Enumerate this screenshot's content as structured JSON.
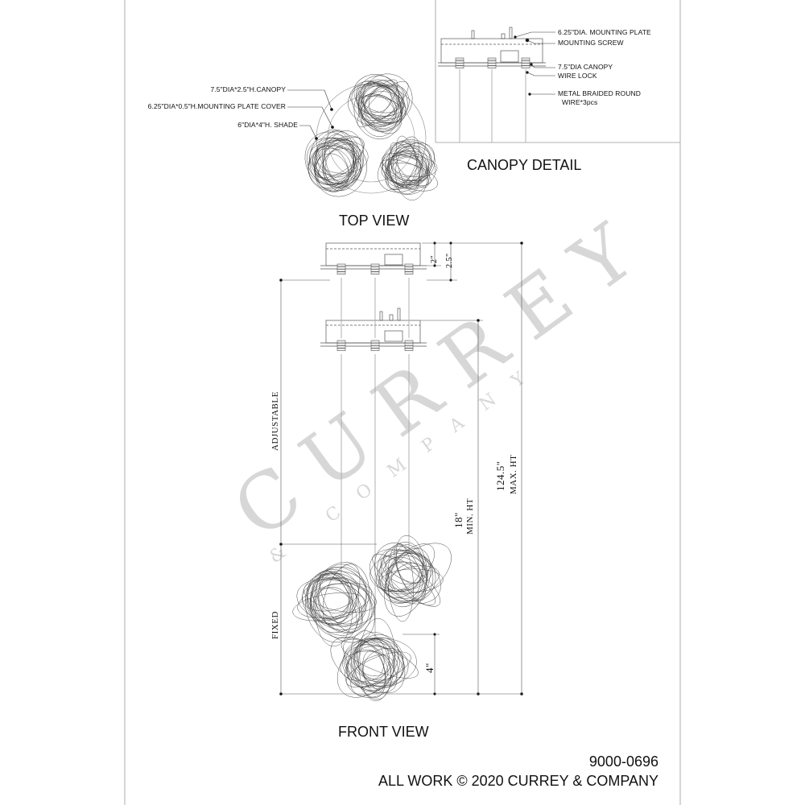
{
  "top_view": {
    "title": "TOP VIEW",
    "callouts": [
      "7.5\"DIA*2.5\"H.CANOPY",
      "6.25\"DIA*0.5\"H.MOUNTING PLATE COVER",
      "6\"DIA*4\"H. SHADE"
    ]
  },
  "canopy_detail": {
    "title": "CANOPY DETAIL",
    "callouts": [
      "6.25\"DIA. MOUNTING PLATE",
      "MOUNTING SCREW",
      "7.5\"DIA CANOPY",
      "WIRE LOCK",
      "METAL BRAIDED ROUND",
      "WIRE*3pcs"
    ]
  },
  "front_view": {
    "title": "FRONT VIEW",
    "dim_canopy_2": "2\"",
    "dim_canopy_25": "2.5\"",
    "adjustable": "ADJUSTABLE",
    "fixed": "FIXED",
    "min_ht_value": "18\"",
    "min_ht_label": "MIN. HT",
    "max_ht_value": "124.5\"",
    "max_ht_label": "MAX. HT",
    "shade_h": "4\""
  },
  "watermark": {
    "main": "CURREY",
    "sub": "& COMPANY"
  },
  "footer": {
    "part_no": "9000-0696",
    "copyright": "ALL WORK © 2020 CURREY & COMPANY"
  }
}
